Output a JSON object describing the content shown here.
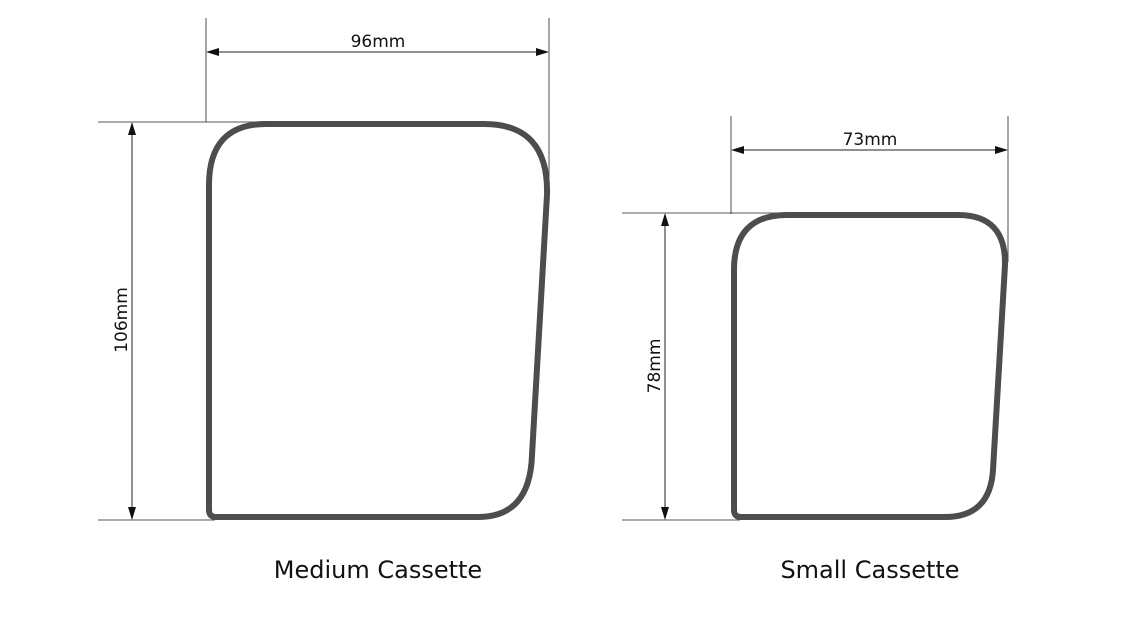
{
  "medium": {
    "width_label": "96mm",
    "height_label": "106mm",
    "caption": "Medium Cassette"
  },
  "small": {
    "width_label": "73mm",
    "height_label": "78mm",
    "caption": "Small Cassette"
  }
}
